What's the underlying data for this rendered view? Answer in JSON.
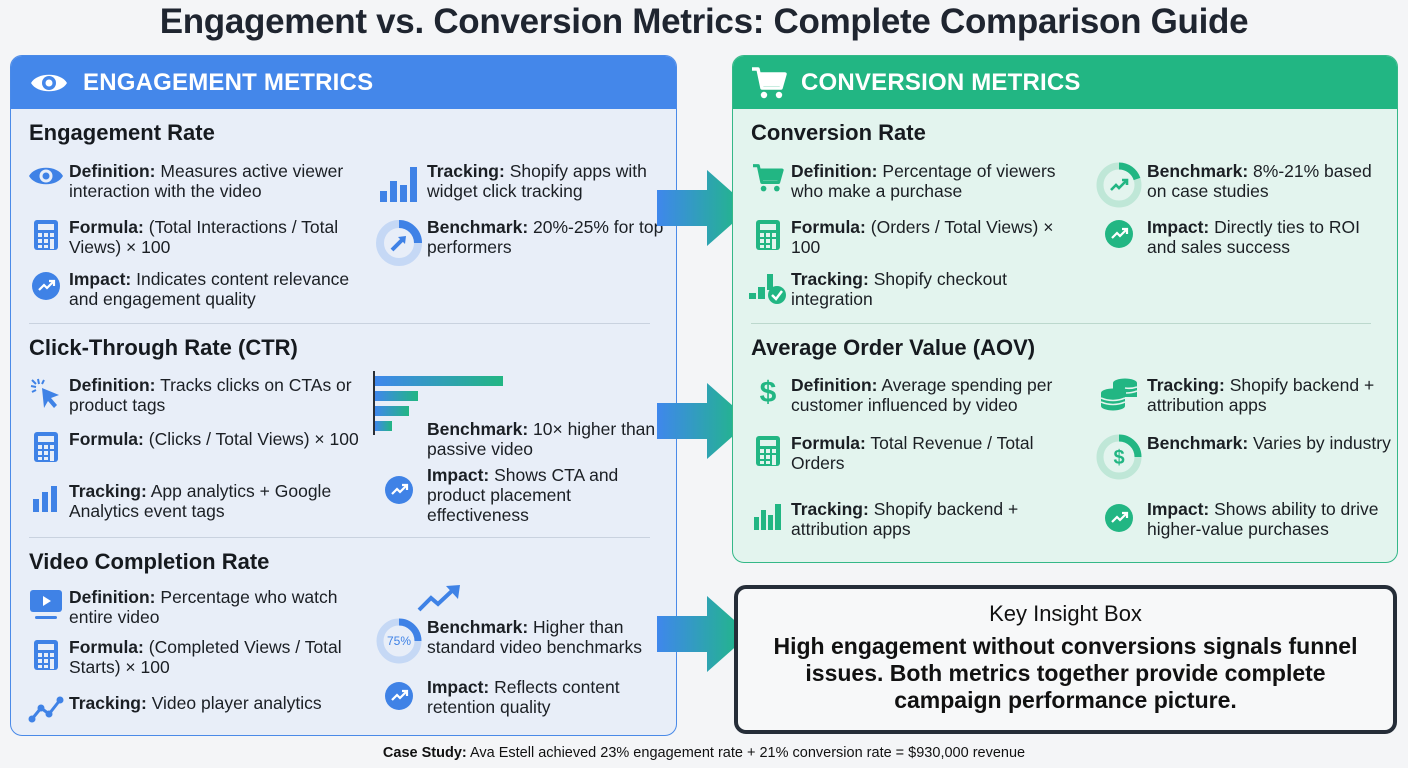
{
  "title": "Engagement vs. Conversion Metrics: Complete Comparison Guide",
  "colors": {
    "engagement_accent": "#4487ea",
    "conversion_accent": "#22b683",
    "insight_border": "#252d38"
  },
  "engagement": {
    "header": "ENGAGEMENT METRICS",
    "header_icon": "eye-icon",
    "sections": [
      {
        "title": "Engagement Rate",
        "items": [
          {
            "icon": "eye-icon",
            "label": "Definition:",
            "text": "Measures active viewer interaction with the video"
          },
          {
            "icon": "calculator-icon",
            "label": "Formula:",
            "text": "(Total Interactions / Total Views) × 100"
          },
          {
            "icon": "trend-up-icon",
            "label": "Impact:",
            "text": "Indicates content relevance and engagement quality"
          },
          {
            "icon": "bar-chart-icon",
            "label": "Tracking:",
            "text": "Shopify apps with widget click tracking"
          },
          {
            "icon": "gauge-icon",
            "label": "Benchmark:",
            "text": "20%-25% for top performers"
          }
        ]
      },
      {
        "title": "Click-Through Rate (CTR)",
        "items": [
          {
            "icon": "cursor-click-icon",
            "label": "Definition:",
            "text": "Tracks clicks on CTAs or product tags"
          },
          {
            "icon": "calculator-icon",
            "label": "Formula:",
            "text": "(Clicks / Total Views) × 100"
          },
          {
            "icon": "bar-chart-icon",
            "label": "Tracking:",
            "text": "App analytics + Google Analytics event tags"
          },
          {
            "icon": "horizontal-bars-icon",
            "label": "Benchmark:",
            "text": "10× higher than passive video"
          },
          {
            "icon": "trend-up-icon",
            "label": "Impact:",
            "text": "Shows CTA and product placement effectiveness"
          }
        ]
      },
      {
        "title": "Video Completion Rate",
        "items": [
          {
            "icon": "video-player-icon",
            "label": "Definition:",
            "text": "Percentage who watch entire video"
          },
          {
            "icon": "calculator-icon",
            "label": "Formula:",
            "text": "(Completed Views / Total Starts) × 100"
          },
          {
            "icon": "line-graph-icon",
            "label": "Tracking:",
            "text": "Video player analytics"
          },
          {
            "icon": "progress-ring-icon",
            "label": "Benchmark:",
            "text": "Higher than standard video benchmarks",
            "ring_value": "75%"
          },
          {
            "icon": "trend-up-icon",
            "label": "Impact:",
            "text": "Reflects content retention quality"
          }
        ]
      }
    ]
  },
  "conversion": {
    "header": "CONVERSION METRICS",
    "header_icon": "cart-icon",
    "sections": [
      {
        "title": "Conversion Rate",
        "items": [
          {
            "icon": "cart-icon",
            "label": "Definition:",
            "text": "Percentage of viewers who make a purchase"
          },
          {
            "icon": "calculator-icon",
            "label": "Formula:",
            "text": "(Orders / Total Views) × 100"
          },
          {
            "icon": "chart-check-icon",
            "label": "Tracking:",
            "text": "Shopify checkout integration"
          },
          {
            "icon": "gauge-icon",
            "label": "Benchmark:",
            "text": "8%-21% based on case studies"
          },
          {
            "icon": "trend-up-icon",
            "label": "Impact:",
            "text": "Directly ties to ROI and sales success"
          }
        ]
      },
      {
        "title": "Average Order Value (AOV)",
        "items": [
          {
            "icon": "dollar-icon",
            "label": "Definition:",
            "text": "Average spending per customer influenced by video"
          },
          {
            "icon": "calculator-icon",
            "label": "Formula:",
            "text": "Total Revenue / Total Orders"
          },
          {
            "icon": "bar-chart-icon",
            "label": "Tracking:",
            "text": "Shopify backend + attribution apps"
          },
          {
            "icon": "coins-icon",
            "label": "Tracking:",
            "text": "Shopify backend + attribution apps"
          },
          {
            "icon": "dollar-ring-icon",
            "label": "Benchmark:",
            "text": "Varies by industry"
          },
          {
            "icon": "trend-up-icon",
            "label": "Impact:",
            "text": "Shows ability to drive higher-value purchases"
          }
        ]
      }
    ]
  },
  "insight": {
    "heading": "Key Insight Box",
    "body": "High engagement without conversions signals funnel issues. Both metrics together provide complete campaign performance picture."
  },
  "footer": {
    "label": "Case Study:",
    "text": "Ava Estell achieved 23% engagement rate + 21% conversion rate = $930,000 revenue"
  }
}
